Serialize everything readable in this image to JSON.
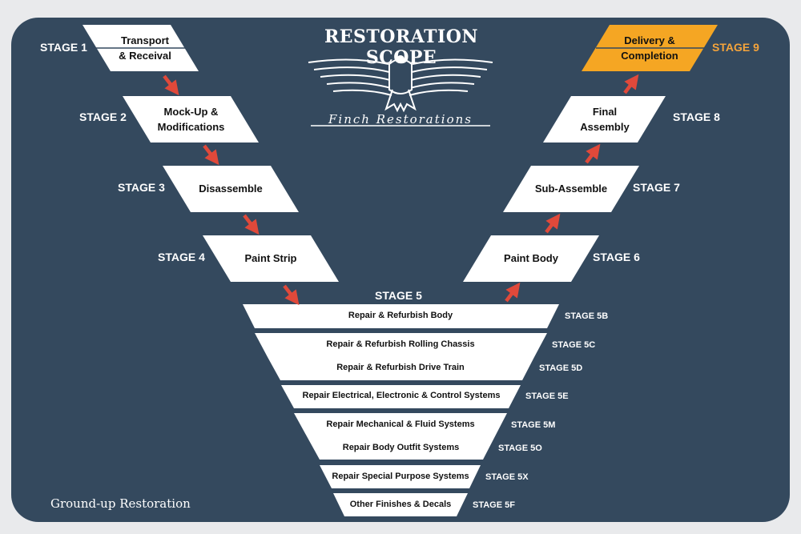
{
  "title": "RESTORATION SCOPE",
  "brand": "Finch Restorations",
  "footer": "Ground-up Restoration",
  "colors": {
    "background": "#34495e",
    "box": "#ffffff",
    "highlight": "#f5a623",
    "arrow": "#e0493a"
  },
  "stages": {
    "s1": {
      "label": "STAGE 1",
      "line1": "Transport",
      "line2": "& Receival"
    },
    "s2": {
      "label": "STAGE 2",
      "line1": "Mock-Up &",
      "line2": "Modifications"
    },
    "s3": {
      "label": "STAGE 3",
      "text": "Disassemble"
    },
    "s4": {
      "label": "STAGE 4",
      "text": "Paint Strip"
    },
    "s5": {
      "label": "STAGE 5"
    },
    "s6": {
      "label": "STAGE 6",
      "text": "Paint Body"
    },
    "s7": {
      "label": "STAGE 7",
      "text": "Sub-Assemble"
    },
    "s8": {
      "label": "STAGE 8",
      "line1": "Final",
      "line2": "Assembly"
    },
    "s9": {
      "label": "STAGE 9",
      "line1": "Delivery &",
      "line2": "Completion"
    }
  },
  "substages": [
    {
      "label": "STAGE 5B",
      "text": "Repair & Refurbish Body"
    },
    {
      "label": "STAGE 5C",
      "text": "Repair & Refurbish Rolling Chassis"
    },
    {
      "label": "STAGE 5D",
      "text": "Repair & Refurbish Drive Train"
    },
    {
      "label": "STAGE 5E",
      "text": "Repair Electrical, Electronic & Control Systems"
    },
    {
      "label": "STAGE 5M",
      "text": "Repair Mechanical & Fluid Systems"
    },
    {
      "label": "STAGE 5O",
      "text": "Repair Body Outfit Systems"
    },
    {
      "label": "STAGE 5X",
      "text": "Repair Special Purpose Systems"
    },
    {
      "label": "STAGE 5F",
      "text": "Other Finishes & Decals"
    }
  ]
}
